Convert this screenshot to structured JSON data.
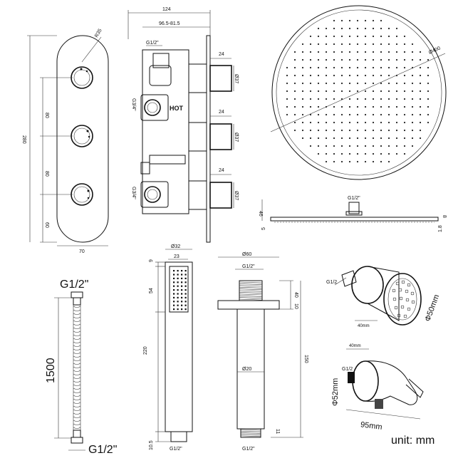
{
  "valve_panel": {
    "dim_r": "R35",
    "dim_80_a": "80",
    "dim_80_b": "80",
    "dim_60": "60",
    "dim_280": "280",
    "dim_70": "70"
  },
  "valve_side": {
    "dim_124": "124",
    "dim_depth": "96.5-81.5",
    "thread_top": "G1/2\"",
    "thread_mid": "G3/4\"",
    "thread_bot": "G3/4\"",
    "hot_label": "HOT",
    "dim_24_a": "24",
    "dim_24_b": "24",
    "dim_24_c": "24",
    "dim_37_a": "Ø37",
    "dim_37_b": "Ø37",
    "dim_37_c": "Ø37"
  },
  "rain_head": {
    "dim_diameter": "Ø400",
    "thread": "G1/2\"",
    "dim_46": "46",
    "dim_5": "5",
    "dim_8": "8",
    "dim_18": "1.8"
  },
  "hose": {
    "thread_top": "G1/2\"",
    "thread_bottom": "G1/2\"",
    "length": "1500"
  },
  "hand_shower": {
    "dim_32": "Ø32",
    "dim_23": "23",
    "dim_9": "9",
    "dim_54": "54",
    "dim_220": "220",
    "dim_105": "10.5",
    "thread": "G1/2\""
  },
  "arm": {
    "dim_60": "Ø60",
    "thread_top": "G1/2\"",
    "dim_40": "40",
    "dim_10": "10",
    "dim_20": "Ø20",
    "dim_150": "150",
    "dim_11": "11",
    "thread_bottom": "G1/2\""
  },
  "body_jet": {
    "thread": "G1/2",
    "dim_40mm": "40mm",
    "dim_50": "Φ50mm"
  },
  "bracket": {
    "thread": "G1/2",
    "dim_40mm": "40mm",
    "dim_52": "Φ52mm",
    "dim_95": "95mm"
  },
  "unit_label": "unit: mm"
}
